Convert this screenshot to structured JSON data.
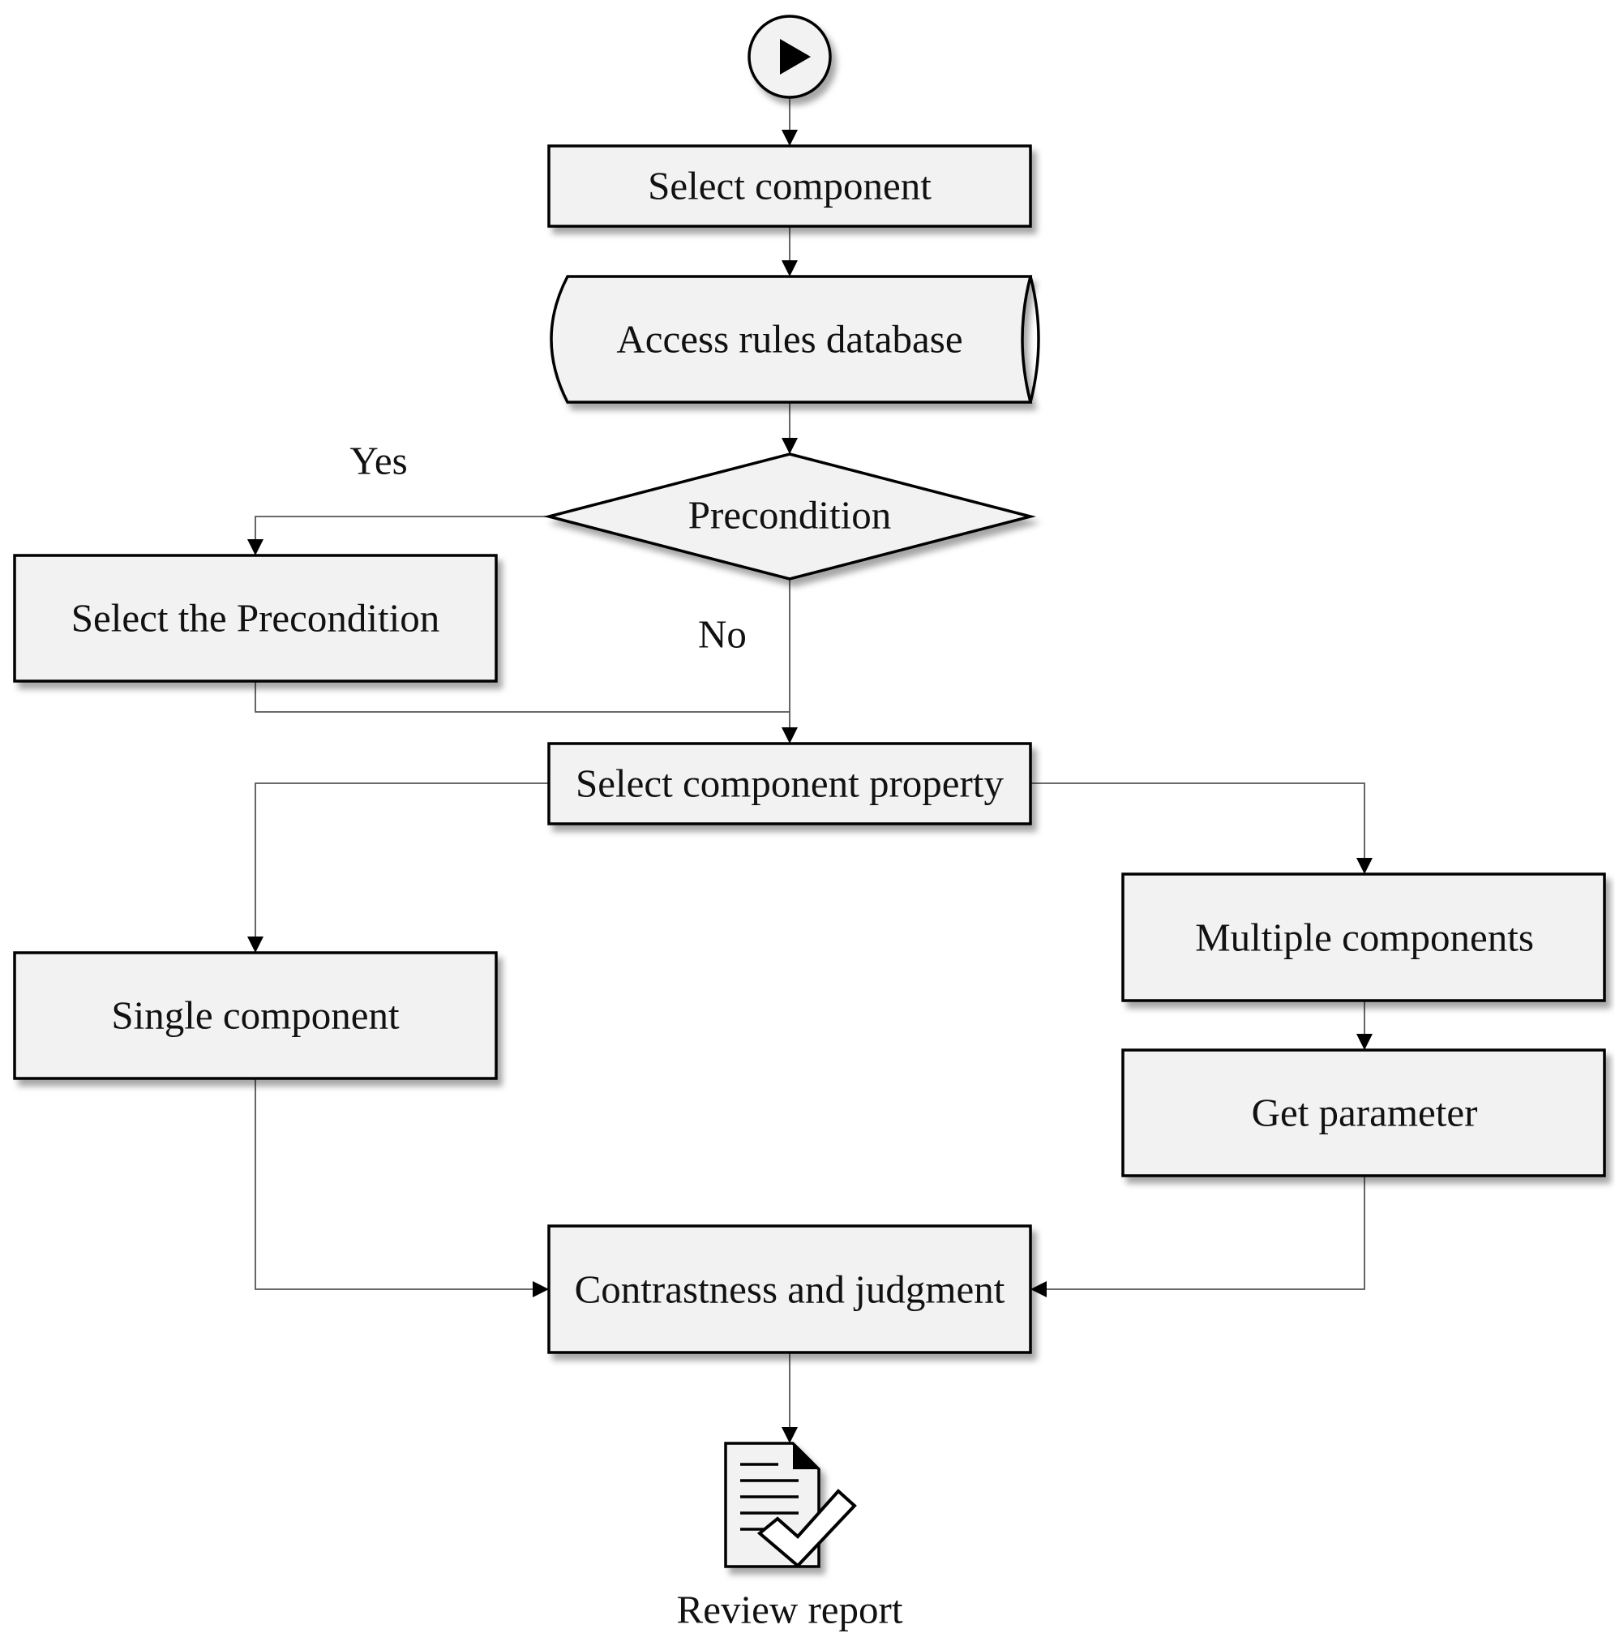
{
  "nodes": {
    "select_component": "Select component",
    "access_rules_database": "Access rules database",
    "precondition": "Precondition",
    "select_the_precondition": "Select the Precondition",
    "select_component_property": "Select component property",
    "single_component": "Single component",
    "multiple_components": "Multiple components",
    "get_parameter": "Get parameter",
    "contrastness_and_judgment": "Contrastness and judgment",
    "review_report": "Review report"
  },
  "edge_labels": {
    "yes": "Yes",
    "no": "No"
  },
  "icons": {
    "start": "play-icon",
    "report": "document-check-icon"
  },
  "colors": {
    "node_fill": "#f2f2f2",
    "stroke": "#000000",
    "connector": "#555555"
  }
}
